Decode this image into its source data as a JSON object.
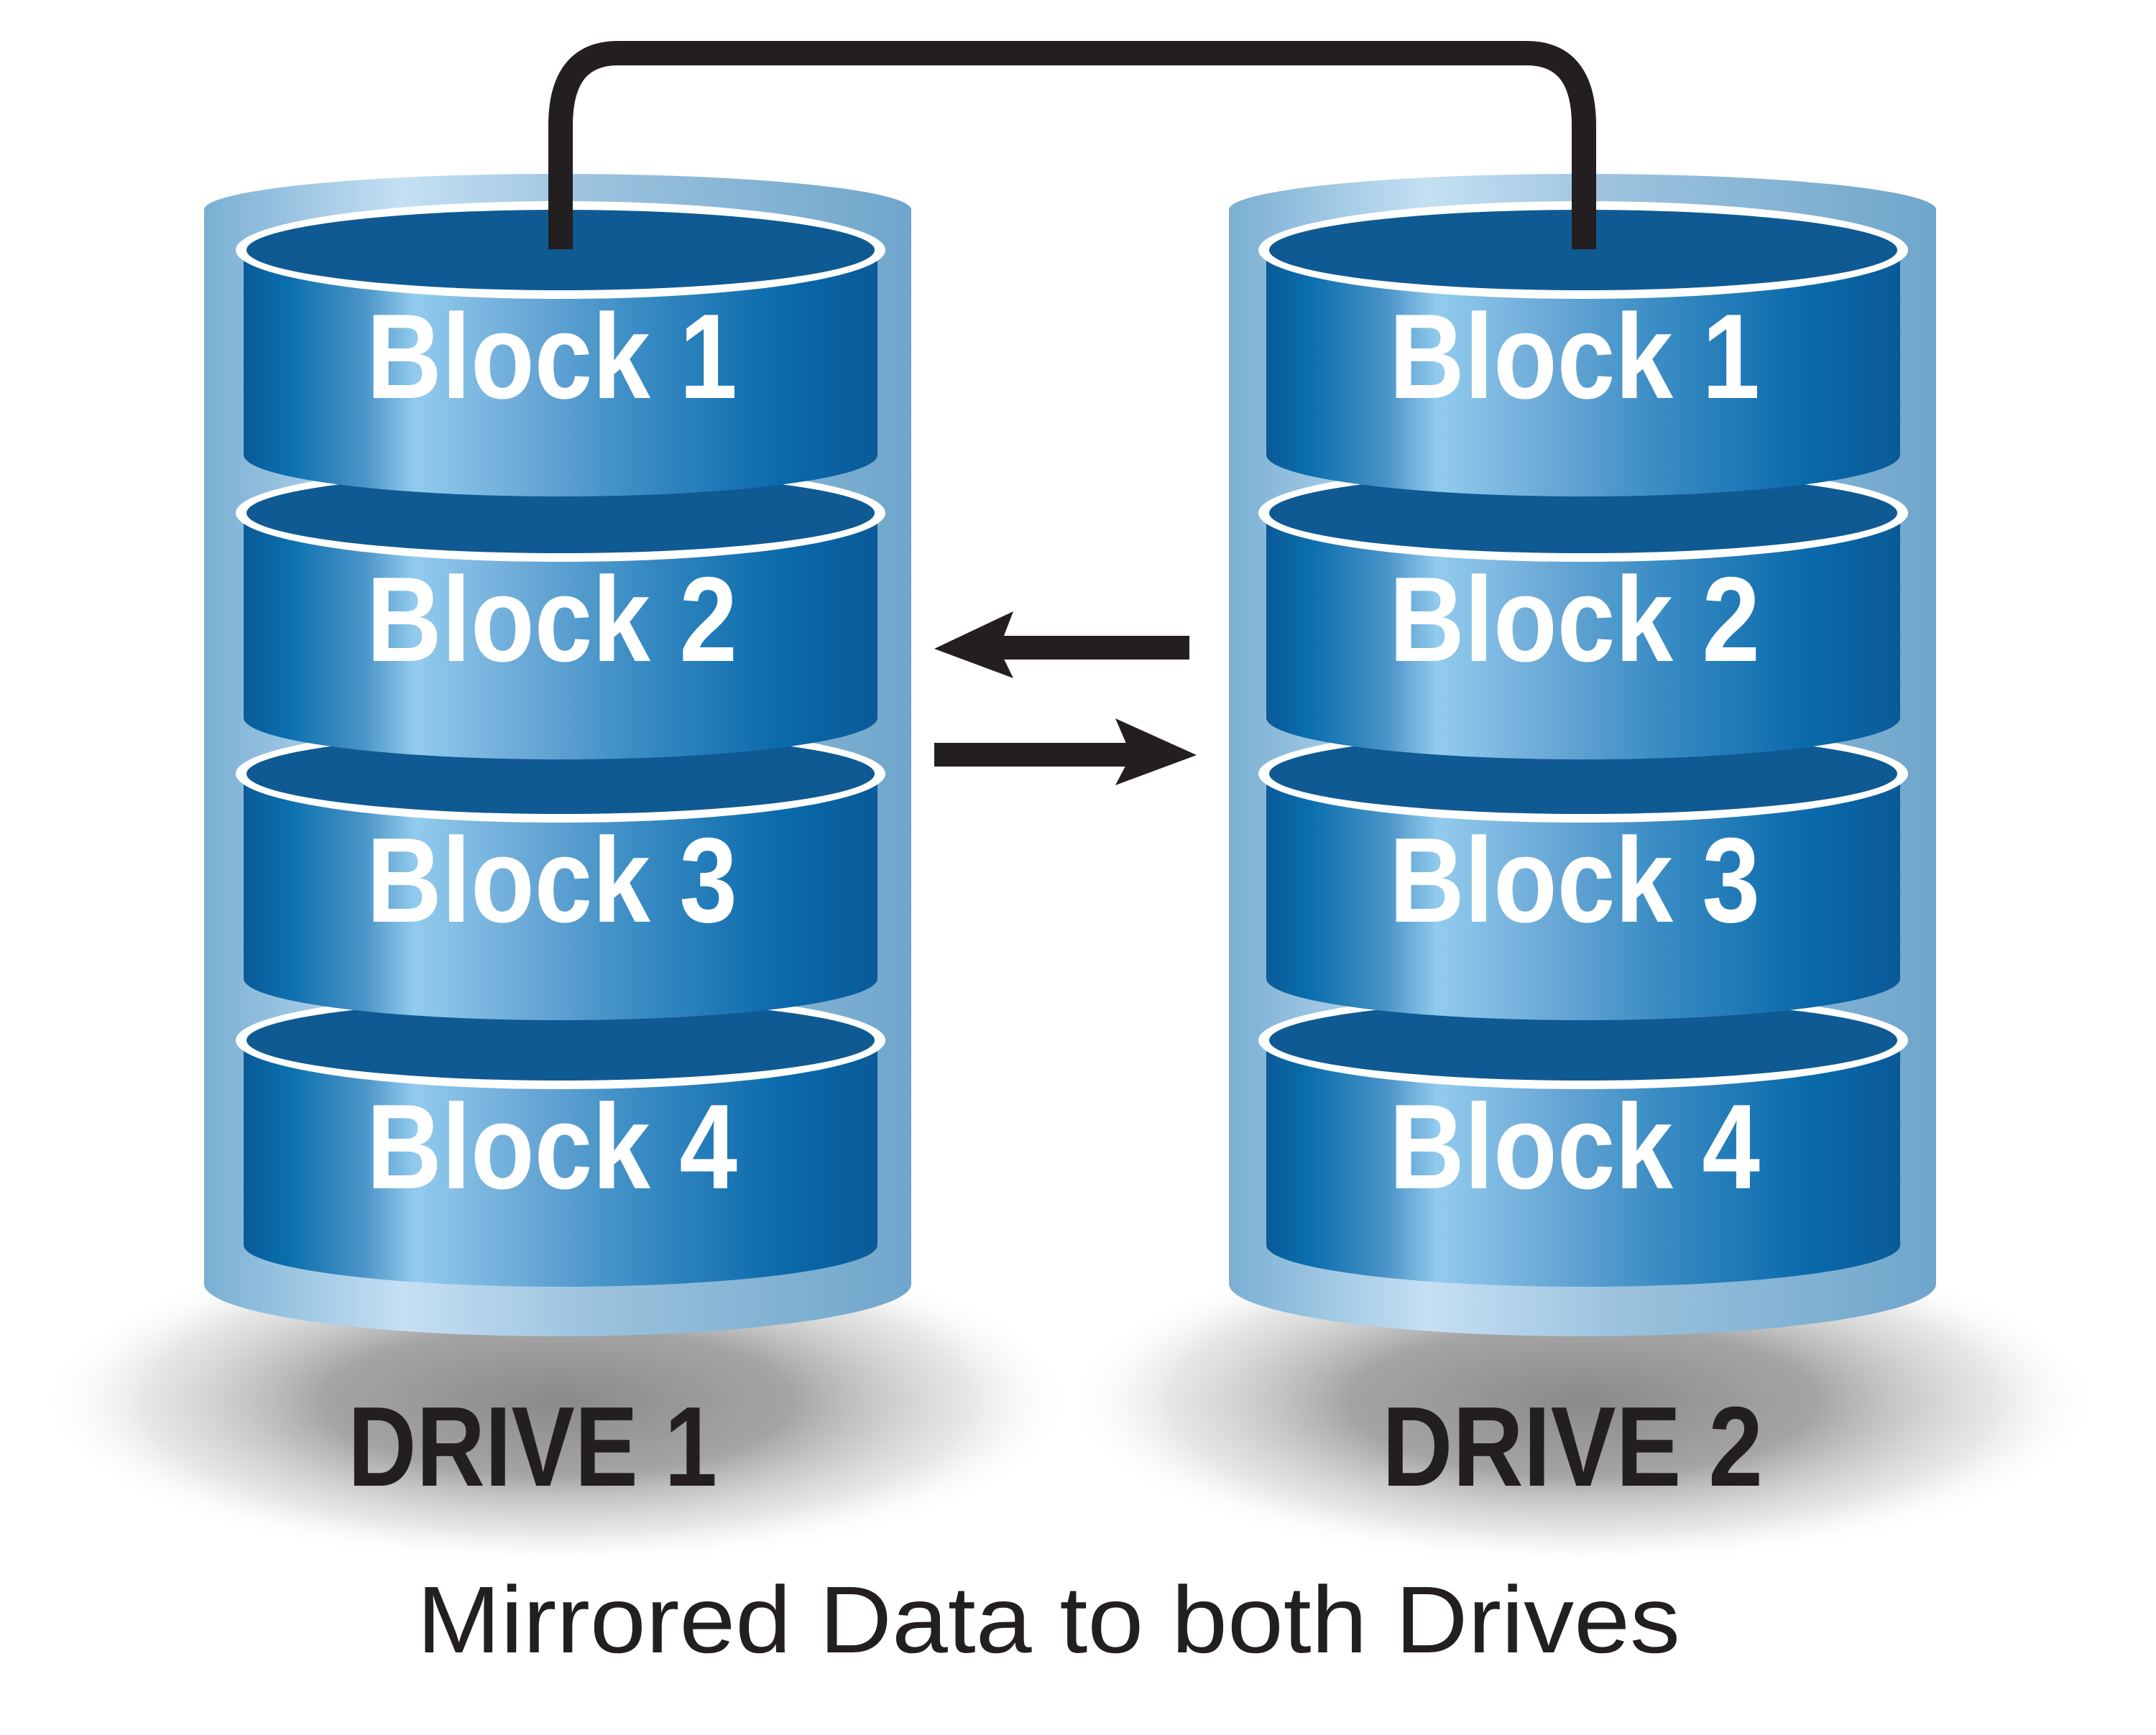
{
  "diagram": {
    "title": "Mirrored Data to both Drives",
    "type": "RAID 1 mirroring illustration",
    "colors": {
      "block_dark": "#0a5a98",
      "block_mid": "#3a8cc4",
      "block_highlight": "#92cbed",
      "block_top": "#0f5a93",
      "housing": "#7fb2d3",
      "housing_highlight": "#c5e0f3",
      "rim": "#ffffff",
      "ink": "#231f20",
      "shadow": "#8a8a8a"
    },
    "drives": [
      {
        "label": "DRIVE 1",
        "blocks": [
          "Block 1",
          "Block 2",
          "Block 3",
          "Block 4"
        ]
      },
      {
        "label": "DRIVE 2",
        "blocks": [
          "Block 1",
          "Block 2",
          "Block 3",
          "Block 4"
        ]
      }
    ],
    "connector": "cable-linking-both-drives",
    "arrows": [
      {
        "direction": "left",
        "meaning": "Drive 2 to Drive 1"
      },
      {
        "direction": "right",
        "meaning": "Drive 1 to Drive 2"
      }
    ]
  }
}
